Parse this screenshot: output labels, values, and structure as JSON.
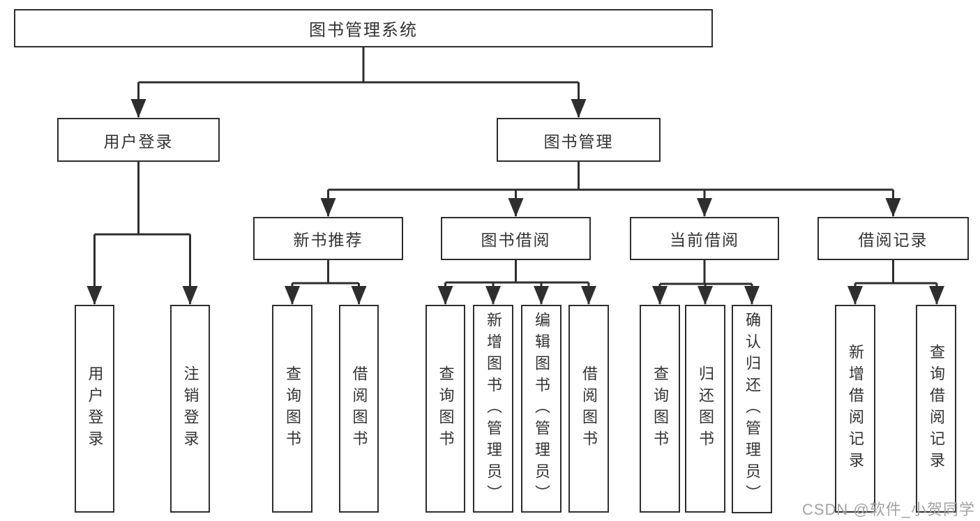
{
  "root": {
    "label": "图书管理系统"
  },
  "branches": {
    "user_login": {
      "label": "用户登录"
    },
    "book_management": {
      "label": "图书管理"
    }
  },
  "modules": {
    "new_book_recommend": {
      "label": "新书推荐"
    },
    "book_borrow": {
      "label": "图书借阅"
    },
    "current_borrow": {
      "label": "当前借阅"
    },
    "borrow_record": {
      "label": "借阅记录"
    }
  },
  "leaves": {
    "login": "用户登录",
    "logout": "注销登录",
    "recommend_query_book": "查询图书",
    "recommend_borrow_book": "借阅图书",
    "borrow_query_book": "查询图书",
    "borrow_add_book": "新增图书（管理员）",
    "borrow_edit_book": "编辑图书（管理员）",
    "borrow_borrow_book": "借阅图书",
    "current_query_book": "查询图书",
    "current_return_book": "归还图书",
    "current_confirm_return": "确认归还（管理员）",
    "record_add": "新增借阅记录",
    "record_query": "查询借阅记录"
  },
  "watermark": {
    "text": "CSDN @软件_小贺同学"
  },
  "colors": {
    "line": "#2e2e2e",
    "text": "#333333",
    "watermark": "#a3a3a3",
    "background": "#ffffff"
  }
}
